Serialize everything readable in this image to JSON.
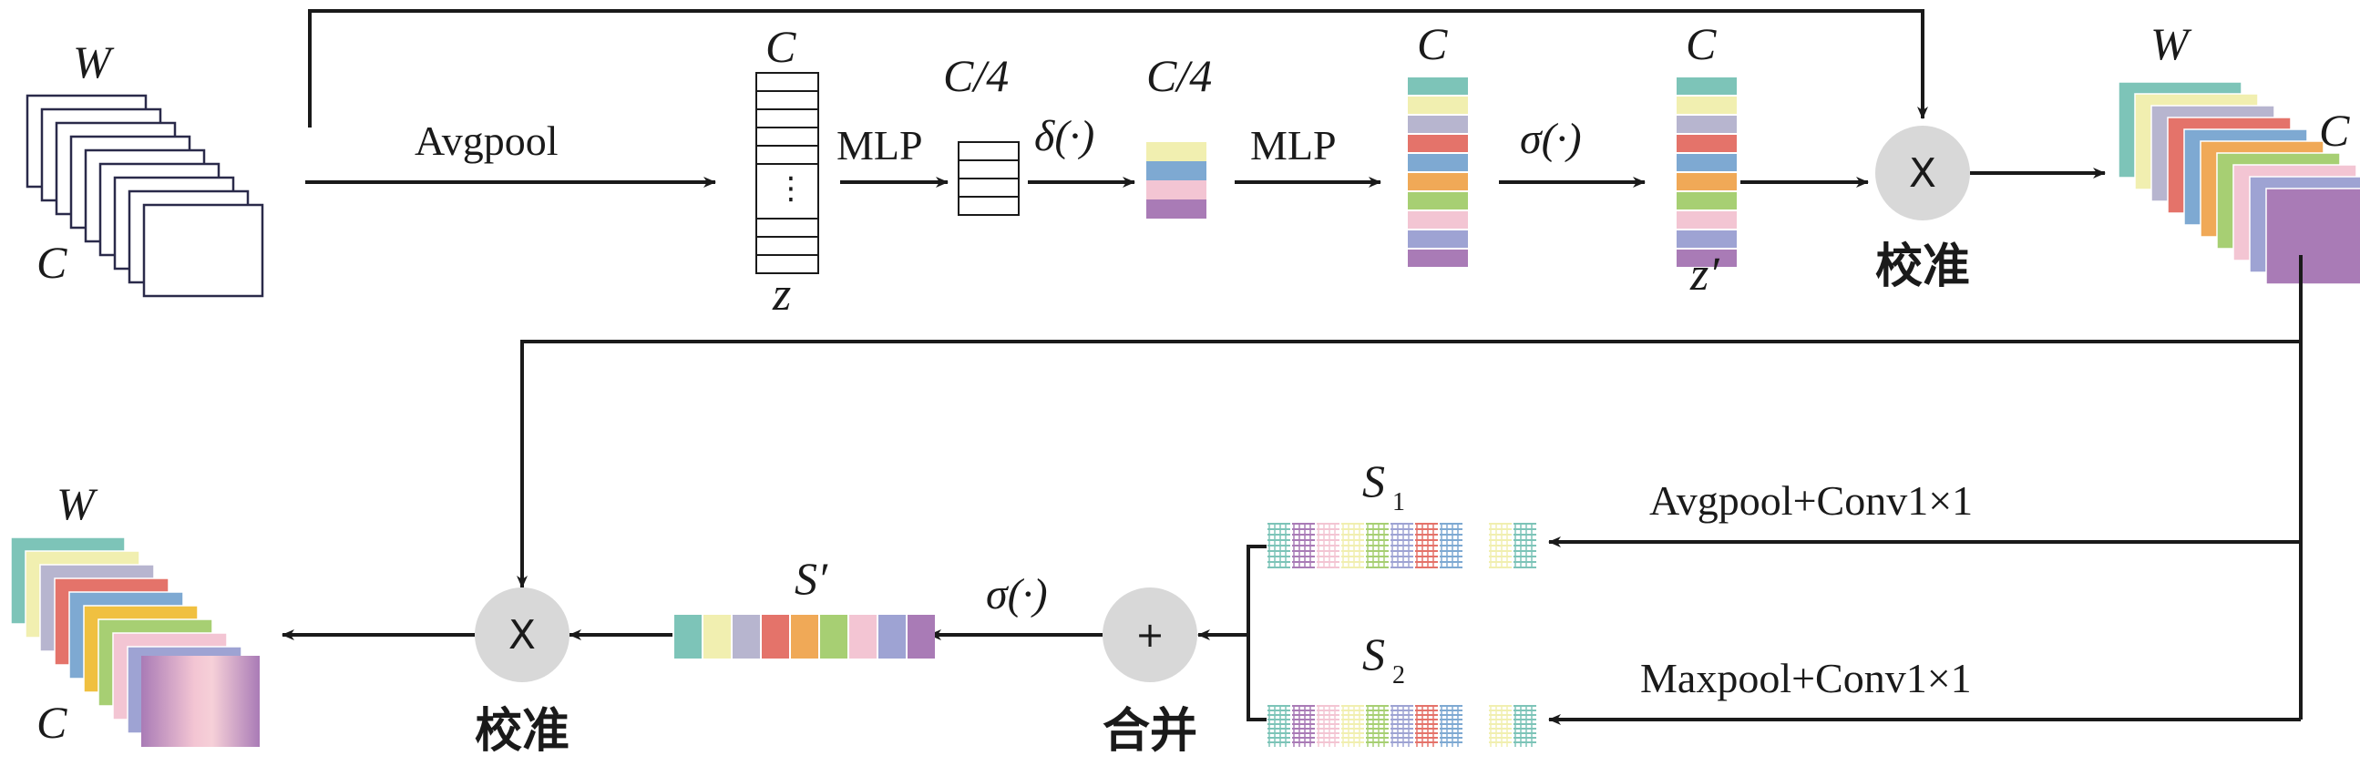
{
  "top_row": {
    "input_w_label": "W",
    "input_c_label": "C",
    "avgpool_label": "Avgpool",
    "z_top_label": "C",
    "z_dots": "⋮",
    "z_bottom_label": "z",
    "mlp1_label": "MLP",
    "c4a_label": "C/4",
    "delta_label": "δ(·)",
    "c4b_label": "C/4",
    "mlp2_label": "MLP",
    "c_mid_label": "C",
    "sigma_label": "σ(·)",
    "zprime_top_label": "C",
    "zprime_bottom_label": "z′",
    "mult_symbol": "X",
    "calib_label": "校准",
    "output_w_label": "W",
    "output_c_label": "C"
  },
  "bottom_row": {
    "s1_label": "S",
    "s1_sub": "1",
    "s1_path_label": "Avgpool+Conv1×1",
    "s2_label": "S",
    "s2_sub": "2",
    "s2_path_label": "Maxpool+Conv1×1",
    "add_symbol": "+",
    "merge_label": "合并",
    "sigma_label": "σ(·)",
    "sprime_label": "S′",
    "mult_symbol": "X",
    "calib_label": "校准",
    "output_w_label": "W",
    "output_c_label": "C"
  },
  "palette": [
    "#7dc4b8",
    "#f1efb0",
    "#b7b5cf",
    "#e4736a",
    "#7ea9d2",
    "#f0a957",
    "#a7cf73",
    "#f3c5d3",
    "#9ea3d3",
    "#a97bb6"
  ],
  "icons": [
    "multiply-icon",
    "add-icon",
    "arrow-icon"
  ]
}
